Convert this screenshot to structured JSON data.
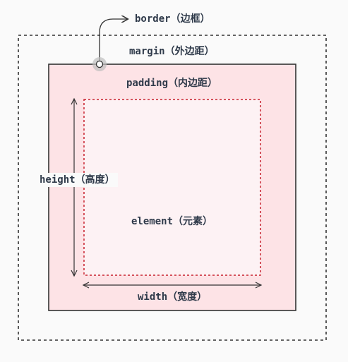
{
  "labels": {
    "border": "border（边框）",
    "margin": "margin（外边距）",
    "padding": "padding（内边距）",
    "height": "height（高度）",
    "element": "element（元素）",
    "width": "width（宽度）"
  },
  "colors": {
    "background": "#fafafa",
    "padding_fill": "#fde3e6",
    "content_fill": "#fdf2f4",
    "border_stroke": "#333333",
    "content_dash": "#c8222f",
    "margin_dash": "#333333",
    "text": "#2f3a4a"
  }
}
